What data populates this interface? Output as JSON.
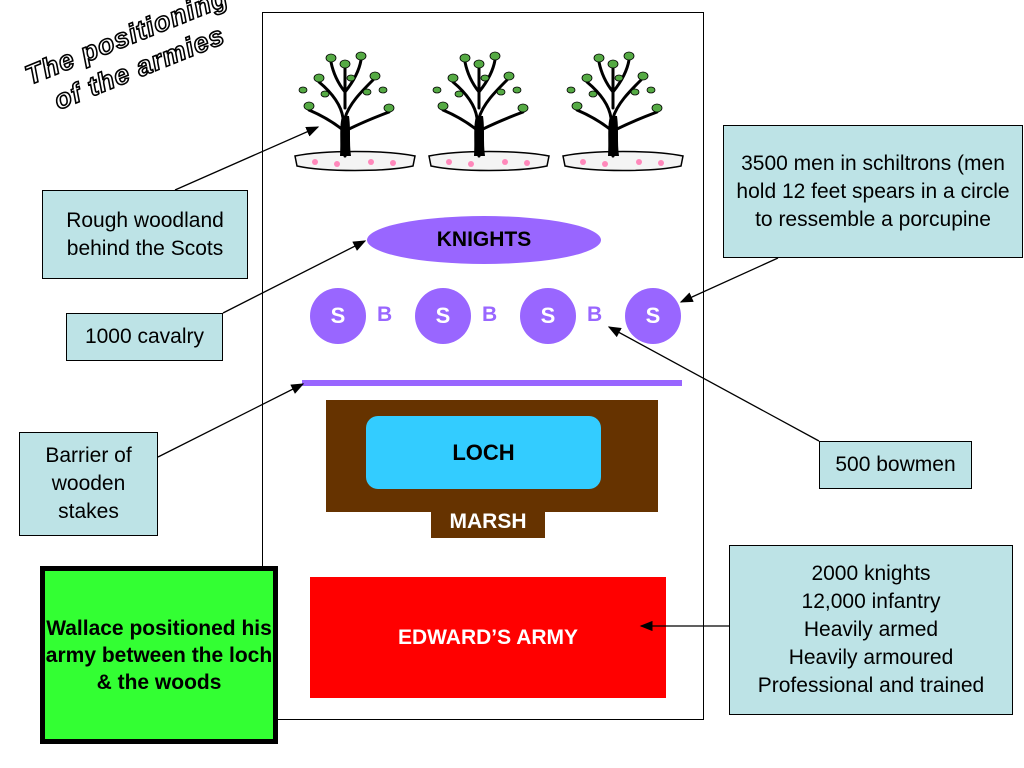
{
  "title": {
    "line1": "The positioning",
    "line2": "of the armies"
  },
  "diagram": {
    "knights_label": "KNIGHTS",
    "schiltron_label": "S",
    "bowmen_label": "B",
    "loch_label": "LOCH",
    "marsh_label": "MARSH",
    "army_label": "EDWARD’S ARMY"
  },
  "callouts": {
    "woodland": "Rough woodland behind the Scots",
    "cavalry": "1000 cavalry",
    "barrier": "Barrier of wooden stakes",
    "schiltrons": "3500 men in schiltrons (men hold 12 feet spears in a circle to ressemble a porcupine",
    "bowmen": "500 bowmen",
    "english_army": [
      "2000 knights",
      "12,000 infantry",
      "Heavily armed",
      "Heavily armoured",
      "Professional and trained"
    ]
  },
  "summary": "Wallace positioned his army between the loch & the woods",
  "colors": {
    "callout_bg": "#bde3e6",
    "scots_purple": "#9966ff",
    "loch_blue": "#33ccff",
    "marsh_brown": "#663300",
    "army_red": "#ff0000",
    "summary_green": "#33ff33"
  },
  "icons": [
    "tree-icon",
    "tree-icon",
    "tree-icon"
  ]
}
